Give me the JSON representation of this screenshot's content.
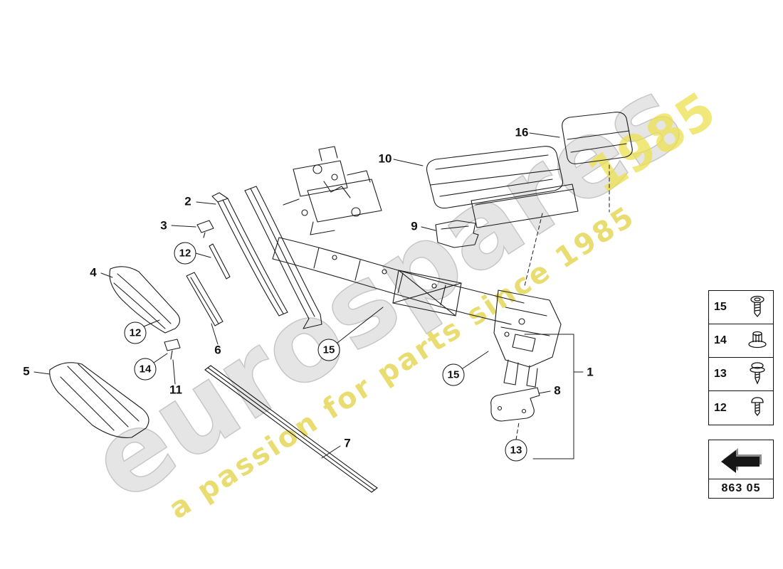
{
  "watermark": {
    "brand": "eurospares",
    "tagline": "a passion for parts since 1985",
    "year": "1985"
  },
  "callouts": [
    {
      "label": "16"
    },
    {
      "label": "10"
    },
    {
      "label": "9"
    },
    {
      "label": "2"
    },
    {
      "label": "3"
    },
    {
      "label": "12"
    },
    {
      "label": "4"
    },
    {
      "label": "12"
    },
    {
      "label": "14"
    },
    {
      "label": "11"
    },
    {
      "label": "6"
    },
    {
      "label": "5"
    },
    {
      "label": "7"
    },
    {
      "label": "15"
    },
    {
      "label": "15"
    },
    {
      "label": "13"
    },
    {
      "label": "8"
    },
    {
      "label": "1"
    }
  ],
  "legend": {
    "items": [
      {
        "number": "15",
        "icon": "torx-screw-icon"
      },
      {
        "number": "14",
        "icon": "flange-nut-icon"
      },
      {
        "number": "13",
        "icon": "washer-screw-icon"
      },
      {
        "number": "12",
        "icon": "button-screw-icon"
      }
    ]
  },
  "footer": {
    "part_group_code": "863 05",
    "icon": "previous-diagram-arrow-icon"
  }
}
